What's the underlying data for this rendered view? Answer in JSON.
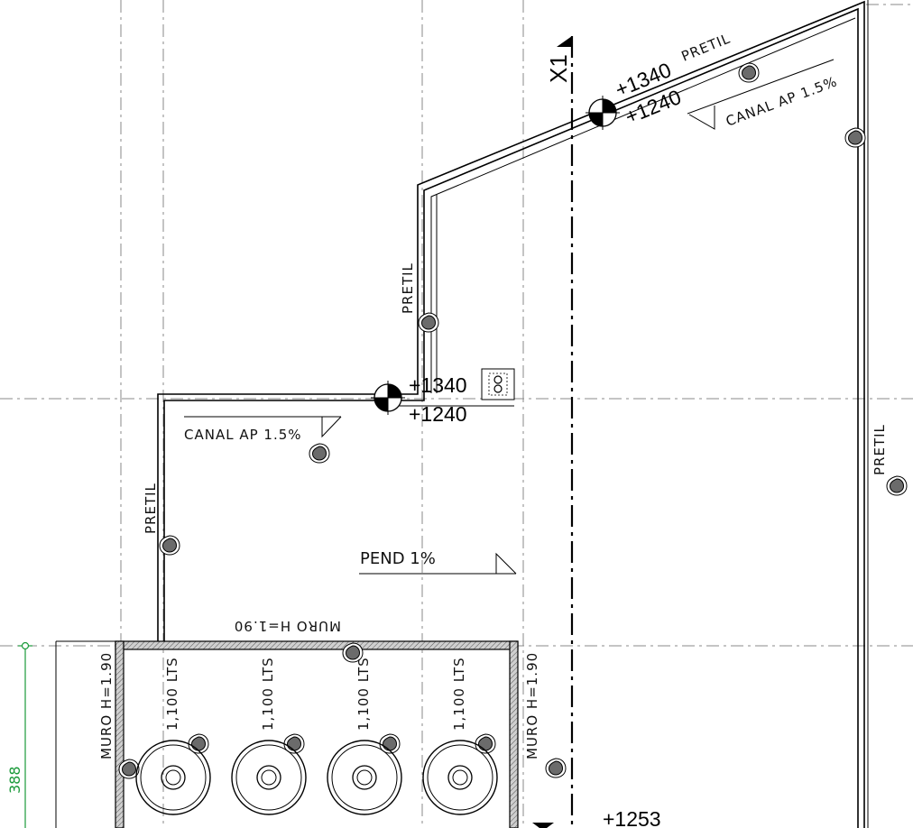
{
  "levels": {
    "upper_top": "+1340",
    "upper_bottom": "+1240",
    "mid_top": "+1340",
    "mid_bottom": "+1240",
    "lower": "+1253"
  },
  "labels": {
    "pretil_top": "PRETIL",
    "pretil_mid": "PRETIL",
    "pretil_left": "PRETIL",
    "pretil_right": "PRETIL",
    "canal_top": "CANAL AP 1.5%",
    "canal_left": "CANAL AP 1.5%",
    "pend": "PEND 1%",
    "muro_top": "MURO H=1.90",
    "muro_left": "MURO H=1.90",
    "muro_right": "MURO H=1.90"
  },
  "section_mark": "X1",
  "tanks": [
    {
      "label": "1,100 LTS"
    },
    {
      "label": "1,100 LTS"
    },
    {
      "label": "1,100 LTS"
    },
    {
      "label": "1,100 LTS"
    }
  ],
  "dimension": {
    "value": "388",
    "color": "#1a9a3a"
  },
  "colors": {
    "line": "#000000",
    "axis": "#8a8a8a",
    "drain": "#6b6b6b",
    "dimension": "#1a9a3a"
  }
}
